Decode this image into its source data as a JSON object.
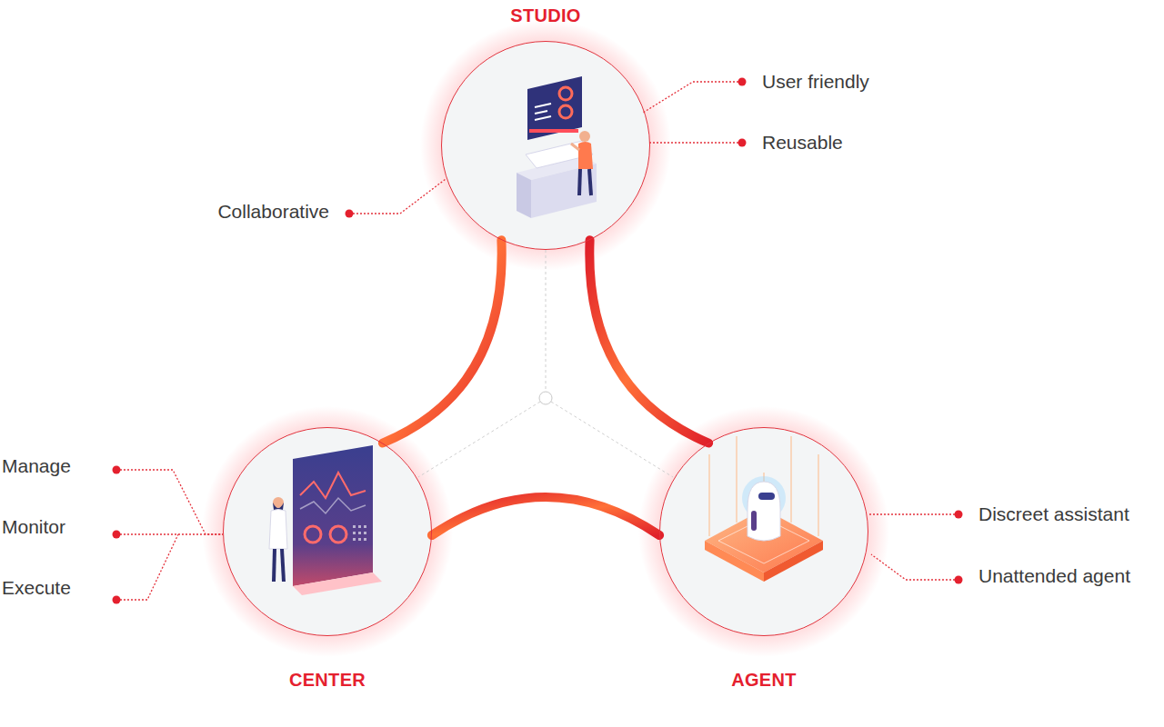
{
  "diagram": {
    "nodes": [
      {
        "text": [
          "STUDIO"
        ]
      },
      {
        "text": [
          "CENTER"
        ]
      },
      {
        "text": [
          "AGENT"
        ]
      }
    ],
    "edges": [
      {
        "from": 0,
        "to": 1,
        "arrow": "none"
      },
      {
        "from": 0,
        "to": 2,
        "arrow": "none"
      },
      {
        "from": 1,
        "to": 2,
        "arrow": "none"
      }
    ],
    "labels": [
      "User friendly",
      "Reusable",
      "Collaborative",
      "Manage",
      "Monitor",
      "Execute",
      "Discreet assistant",
      "Unattended agent"
    ]
  }
}
